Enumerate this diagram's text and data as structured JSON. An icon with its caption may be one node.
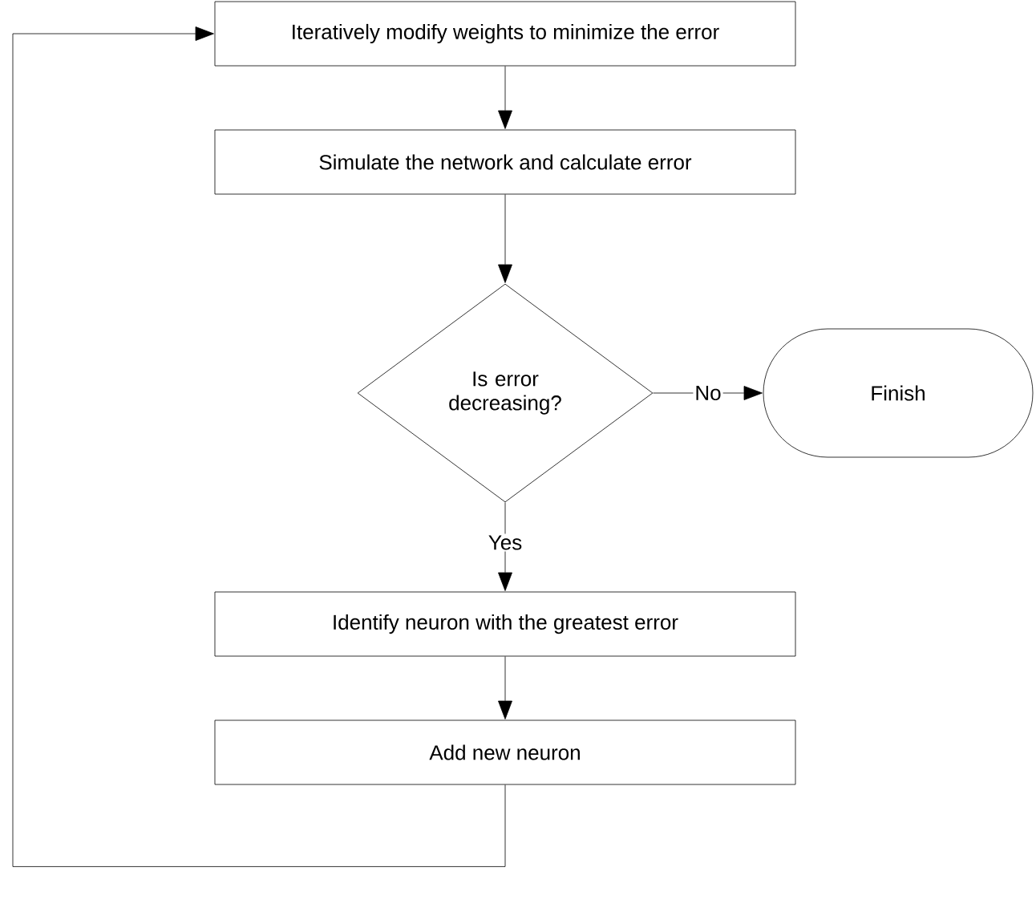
{
  "diagram": {
    "nodes": [
      {
        "text": [
          "Iteratively modify weights to minimize the error"
        ]
      },
      {
        "text": [
          "Simulate the network and calculate error"
        ]
      },
      {
        "text": [
          "Is error decreasing?"
        ]
      },
      {
        "text": [
          "Finish"
        ]
      },
      {
        "text": [
          "Identify neuron with the greatest error"
        ]
      },
      {
        "text": [
          "Add new neuron"
        ]
      }
    ],
    "edges": [
      {
        "from": 0,
        "to": 1,
        "arrow": "to"
      },
      {
        "from": 1,
        "to": 2,
        "arrow": "to"
      },
      {
        "from": 2,
        "to": 3,
        "arrow": "to",
        "label": "No"
      },
      {
        "from": 2,
        "to": 4,
        "arrow": "to",
        "label": "Yes"
      },
      {
        "from": 4,
        "to": 5,
        "arrow": "to"
      },
      {
        "from": 5,
        "to": 0,
        "arrow": "to"
      }
    ]
  }
}
